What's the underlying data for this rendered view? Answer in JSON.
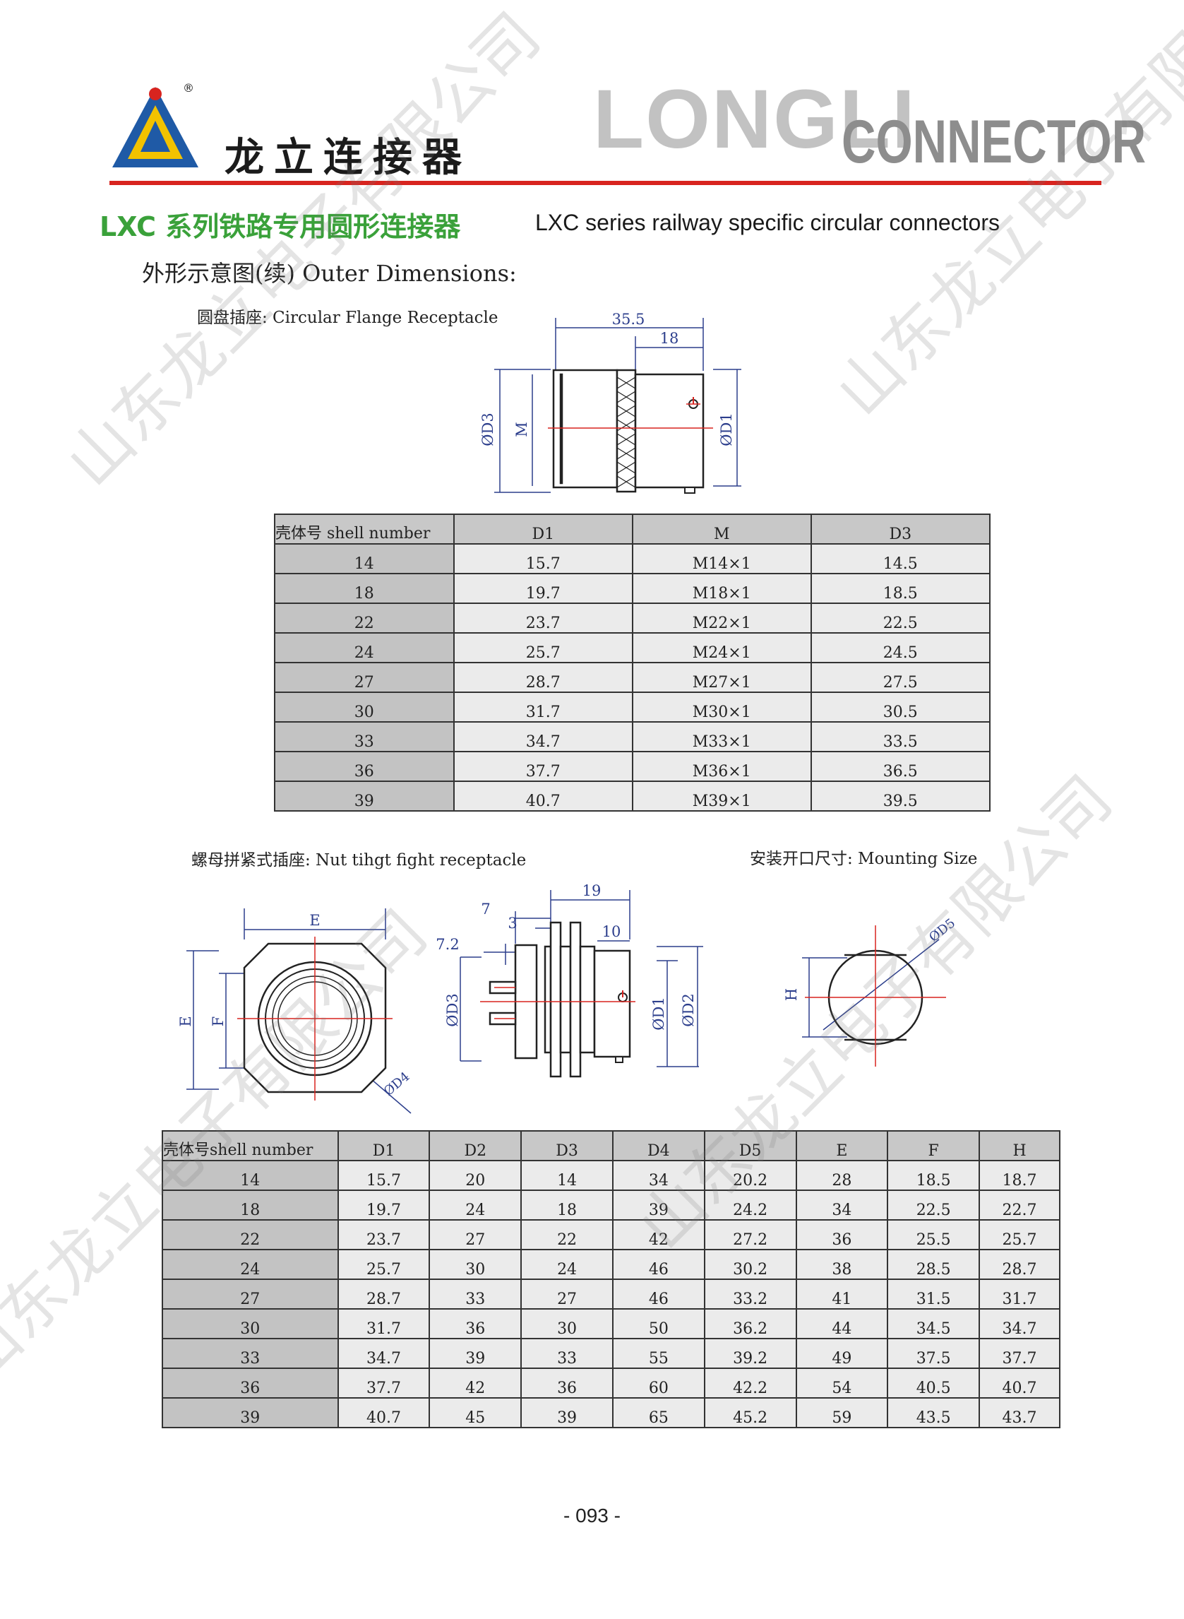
{
  "header": {
    "brand_cn": "龙立连接器",
    "brand_en_big": "LONGLI",
    "brand_en_connector": "CONNECTOR",
    "logo_mark": "®"
  },
  "title": {
    "cn": "LXC 系列铁路专用圆形连接器",
    "en": "LXC series railway specific circular connectors"
  },
  "section": {
    "outer_dimensions": "外形示意图(续) Outer Dimensions:",
    "flange_caption": "圆盘插座: Circular Flange Receptacle",
    "nut_caption": "螺母拼紧式插座: Nut tihgt fight receptacle",
    "mount_caption": "安装开口尺寸: Mounting Size"
  },
  "drawing1": {
    "dim_total": "35.5",
    "dim_part": "18",
    "label_d3": "ØD3",
    "label_m": "M",
    "label_d1": "ØD1"
  },
  "drawing2": {
    "label_e_top": "E",
    "label_e_side": "E",
    "label_f": "F",
    "label_d4": "ØD4",
    "dim_19": "19",
    "dim_7": "7",
    "dim_3": "3",
    "dim_10": "10",
    "dim_72": "7.2",
    "label_d3": "ØD3",
    "label_d1": "ØD1",
    "label_d2": "ØD2",
    "label_h": "H",
    "label_d5": "ØD5"
  },
  "table1": {
    "headers": [
      "壳体号 shell number",
      "D1",
      "M",
      "D3"
    ],
    "rows": [
      [
        "14",
        "15.7",
        "M14×1",
        "14.5"
      ],
      [
        "18",
        "19.7",
        "M18×1",
        "18.5"
      ],
      [
        "22",
        "23.7",
        "M22×1",
        "22.5"
      ],
      [
        "24",
        "25.7",
        "M24×1",
        "24.5"
      ],
      [
        "27",
        "28.7",
        "M27×1",
        "27.5"
      ],
      [
        "30",
        "31.7",
        "M30×1",
        "30.5"
      ],
      [
        "33",
        "34.7",
        "M33×1",
        "33.5"
      ],
      [
        "36",
        "37.7",
        "M36×1",
        "36.5"
      ],
      [
        "39",
        "40.7",
        "M39×1",
        "39.5"
      ]
    ]
  },
  "table2": {
    "headers": [
      "壳体号shell number",
      "D1",
      "D2",
      "D3",
      "D4",
      "D5",
      "E",
      "F",
      "H"
    ],
    "rows": [
      [
        "14",
        "15.7",
        "20",
        "14",
        "34",
        "20.2",
        "28",
        "18.5",
        "18.7"
      ],
      [
        "18",
        "19.7",
        "24",
        "18",
        "39",
        "24.2",
        "34",
        "22.5",
        "22.7"
      ],
      [
        "22",
        "23.7",
        "27",
        "22",
        "42",
        "27.2",
        "36",
        "25.5",
        "25.7"
      ],
      [
        "24",
        "25.7",
        "30",
        "24",
        "46",
        "30.2",
        "38",
        "28.5",
        "28.7"
      ],
      [
        "27",
        "28.7",
        "33",
        "27",
        "46",
        "33.2",
        "41",
        "31.5",
        "31.7"
      ],
      [
        "30",
        "31.7",
        "36",
        "30",
        "50",
        "36.2",
        "44",
        "34.5",
        "34.7"
      ],
      [
        "33",
        "34.7",
        "39",
        "33",
        "55",
        "39.2",
        "49",
        "37.5",
        "37.7"
      ],
      [
        "36",
        "37.7",
        "42",
        "36",
        "60",
        "42.2",
        "54",
        "40.5",
        "40.7"
      ],
      [
        "39",
        "40.7",
        "45",
        "39",
        "65",
        "45.2",
        "59",
        "43.5",
        "43.7"
      ]
    ]
  },
  "footer": {
    "page_number": "- 093 -"
  },
  "watermark": "山东龙立电子有限公司",
  "colors": {
    "accent_red": "#d8241f",
    "title_green": "#3aa13a",
    "logo_blue": "#1f5aa6",
    "logo_yellow": "#f2c200"
  }
}
